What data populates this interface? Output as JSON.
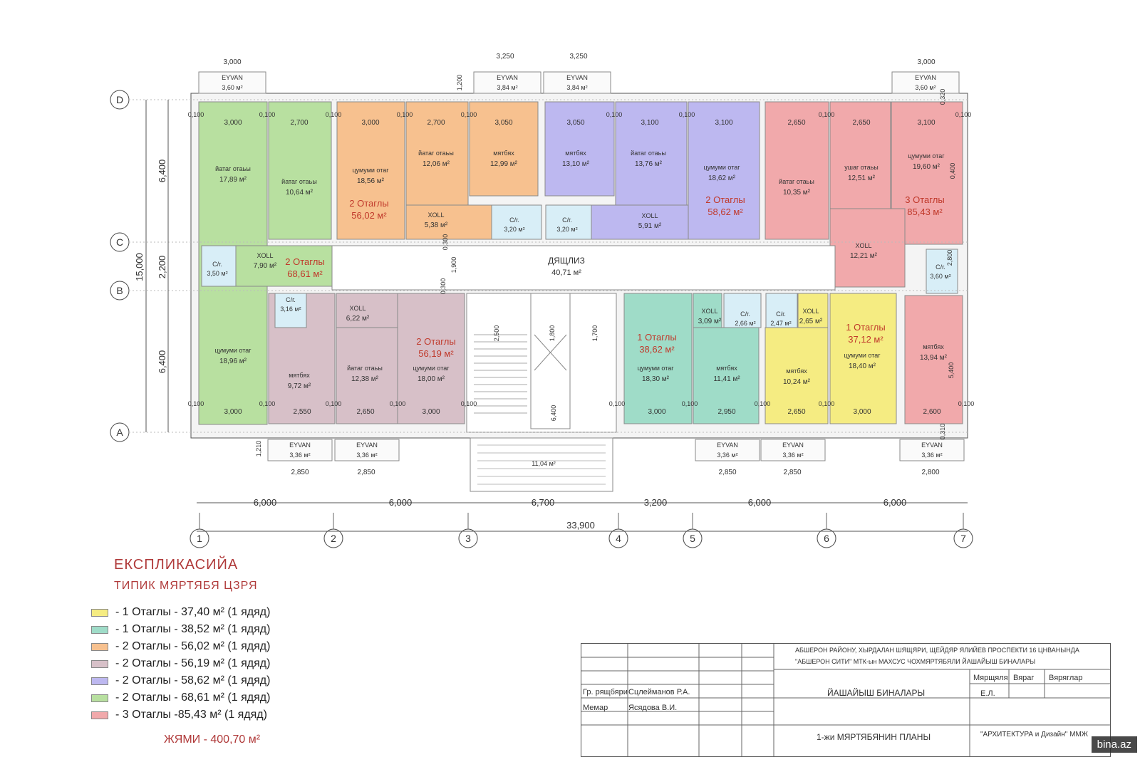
{
  "plan": {
    "overall_dimension": "33,900",
    "depth_dimension": "15,000",
    "axes_letters": [
      "D",
      "C",
      "B",
      "A"
    ],
    "axes_numbers": [
      "1",
      "2",
      "3",
      "4",
      "5",
      "6",
      "7"
    ],
    "bottom_spans": [
      "6,000",
      "6,000",
      "6,700",
      "3,200",
      "6,000",
      "6,000"
    ],
    "left_spans": [
      "6,400",
      "2,200",
      "6,400"
    ],
    "balcony_top_dims": [
      "3,000",
      "3,250",
      "3,250",
      "3,000"
    ],
    "balcony_bottom_dims": [
      "2,850",
      "2,850",
      "2,850",
      "2,850",
      "2,800"
    ],
    "side_dims": [
      "1,200",
      "1,210",
      "0,310",
      "0,320",
      "0,400",
      "0,300",
      "1,900",
      "0,300",
      "1,800",
      "1,700",
      "2,500",
      "6,400",
      "5,400",
      "2,800"
    ],
    "room_widths_top": [
      "3,000",
      "2,700",
      "3,000",
      "2,700",
      "3,050",
      "3,050",
      "3,100",
      "3,100",
      "2,650",
      "2,650",
      "3,100"
    ],
    "room_widths_bottom": [
      "3,000",
      "2,550",
      "2,650",
      "3,000",
      "3,000",
      "2,950",
      "2,650",
      "3,000",
      "2,600"
    ],
    "wall_dims": [
      "0,100"
    ],
    "colors": {
      "green": "#b8e0a0",
      "orange": "#f7c18f",
      "purple": "#bdb8f0",
      "pink": "#f1a9ab",
      "mauve": "#d7c0c8",
      "teal": "#9fdcc8",
      "yellow": "#f5ec82",
      "bath": "#d8eef7",
      "corridor": "#ffffff",
      "apt_label": "#c0392b"
    },
    "balconies_top": [
      {
        "label": "EYVAN",
        "area": "3,60 м²"
      },
      {
        "label": "EYVAN",
        "area": "3,84 м²"
      },
      {
        "label": "EYVAN",
        "area": "3,84 м²"
      },
      {
        "label": "EYVAN",
        "area": "3,60 м²"
      }
    ],
    "balconies_bottom": [
      {
        "label": "EYVAN",
        "area": "3,36 м²"
      },
      {
        "label": "EYVAN",
        "area": "3,36 м²"
      },
      {
        "label": "EYVAN",
        "area": "3,36 м²"
      },
      {
        "label": "EYVAN",
        "area": "3,36 м²"
      },
      {
        "label": "EYVAN",
        "area": "3,36 м²"
      }
    ],
    "rooms": [
      {
        "name": "йатаг отаьы",
        "area": "17,89 м²"
      },
      {
        "name": "йатаг отаьы",
        "area": "10,64 м²"
      },
      {
        "name": "цумуми отаг",
        "area": "18,56 м²"
      },
      {
        "name": "йатаг отаьы",
        "area": "12,06 м²"
      },
      {
        "name": "мятбях",
        "area": "12,99 м²"
      },
      {
        "name": "мятбях",
        "area": "13,10 м²"
      },
      {
        "name": "йатаг отаьы",
        "area": "13,76 м²"
      },
      {
        "name": "цумуми отаг",
        "area": "18,62 м²"
      },
      {
        "name": "йатаг отаьы",
        "area": "10,35 м²"
      },
      {
        "name": "ушаг отаьы",
        "area": "12,51 м²"
      },
      {
        "name": "цумуми отаг",
        "area": "19,60 м²"
      },
      {
        "name": "цумуми отаг",
        "area": "18,96 м²"
      },
      {
        "name": "мятбях",
        "area": "9,72 м²"
      },
      {
        "name": "йатаг отаьы",
        "area": "12,38 м²"
      },
      {
        "name": "цумуми отаг",
        "area": "18,00 м²"
      },
      {
        "name": "цумуми отаг",
        "area": "18,30 м²"
      },
      {
        "name": "мятбях",
        "area": "11,41 м²"
      },
      {
        "name": "мятбях",
        "area": "10,24 м²"
      },
      {
        "name": "цумуми отаг",
        "area": "18,40 м²"
      },
      {
        "name": "мятбях",
        "area": "13,94 м²"
      }
    ],
    "halls": [
      {
        "name": "XOLL",
        "area": "5,38 м²"
      },
      {
        "name": "XOLL",
        "area": "5,91 м²"
      },
      {
        "name": "XOLL",
        "area": "7,90 м²"
      },
      {
        "name": "XOLL",
        "area": "12,21 м²"
      },
      {
        "name": "XOLL",
        "area": "6,22 м²"
      },
      {
        "name": "XOLL",
        "area": "3,09 м²"
      },
      {
        "name": "XOLL",
        "area": "2,65 м²"
      }
    ],
    "baths": [
      {
        "name": "C/г.",
        "area": "3,20 м²"
      },
      {
        "name": "C/г.",
        "area": "3,20 м²"
      },
      {
        "name": "C/г.",
        "area": "3,50 м²"
      },
      {
        "name": "C/г.",
        "area": "3,60 м²"
      },
      {
        "name": "C/г.",
        "area": "3,16 м²"
      },
      {
        "name": "C/г.",
        "area": "2,66 м²"
      },
      {
        "name": "C/г.",
        "area": "2,47 м²"
      }
    ],
    "apartments": [
      {
        "name": "2 Отаглы",
        "area": "56,02 м²"
      },
      {
        "name": "2 Отаглы",
        "area": "58,62 м²"
      },
      {
        "name": "3 Отаглы",
        "area": "85,43 м²"
      },
      {
        "name": "2 Отаглы",
        "area": "68,61 м²"
      },
      {
        "name": "2 Отаглы",
        "area": "56,19 м²"
      },
      {
        "name": "1 Отаглы",
        "area": "38,62 м²"
      },
      {
        "name": "1 Отаглы",
        "area": "37,12 м²"
      }
    ],
    "corridor": {
      "name": "ДЯЩЛИЗ",
      "area": "40,71 м²"
    },
    "entrance_area": "11,04 м²"
  },
  "legend": {
    "title": "ЕКСПЛИКАСИЙА",
    "subtitle": "ТИПИК МЯРТЯБЯ ЦЗРЯ",
    "items": [
      {
        "text": "-  1 Отаглы  - 37,40 м²  (1 ядяд)",
        "color": "#f5ec82"
      },
      {
        "text": "-  1 Отаглы  - 38,52 м²  (1 ядяд)",
        "color": "#9fdcc8"
      },
      {
        "text": "-  2 Отаглы  - 56,02 м²  (1 ядяд)",
        "color": "#f7c18f"
      },
      {
        "text": "-  2 Отаглы  - 56,19 м²  (1 ядяд)",
        "color": "#d7c0c8"
      },
      {
        "text": "-  2 Отаглы  - 58,62 м²  (1 ядяд)",
        "color": "#bdb8f0"
      },
      {
        "text": "-  2 Отаглы  - 68,61 м²  (1 ядяд)",
        "color": "#b8e0a0"
      },
      {
        "text": "-  3 Отаглы  -85,43 м²  (1 ядяд)",
        "color": "#f1a9ab"
      }
    ],
    "total": "ЖЯМИ - 400,70 м²"
  },
  "title_block": {
    "address_line1": "АБШЕРОН РАЙОНУ, ХЫРДАЛАН ШЯЩЯРИ, ЩЕЙДЯР ЯЛИЙЕВ ПРОСПЕКТИ 16 ЦНВАНЫНДА",
    "address_line2": "\"АБШЕРОН СИТИ\" МТК-ын МАХСУС ЧОХМЯРТЯБЯЛИ ЙАШАЙЫШ БИНАЛАРЫ",
    "role1": "Гр. рящбяри",
    "person1": "Сцлейманов Р.А.",
    "role2": "Мемар",
    "person2": "Ясядова В.И.",
    "project_name": "ЙАШАЙЫШ БИНАЛАРЫ",
    "sheet_title": "1-жи МЯРТЯБЯНИН ПЛАНЫ",
    "col_stage": "Мярщяля",
    "col_sheet": "Вяраг",
    "col_sheets": "Вяряглар",
    "stage_value": "Е.Л.",
    "company": "\"АРХИТЕКТУРА и Дизайн\" ММЖ"
  },
  "watermark": "bina.az"
}
